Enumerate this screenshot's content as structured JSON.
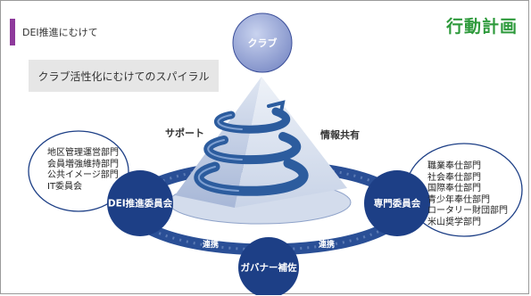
{
  "header": {
    "section_label": "DEI推進にむけて",
    "page_title": "行動計画",
    "subtitle": "クラブ活性化にむけてのスパイラル"
  },
  "diagram": {
    "top_circle": "クラブ",
    "left_circle": "DEI推進委員会",
    "right_circle": "専門委員会",
    "bottom_circle": "ガバナー補佐",
    "support_label": "サポート",
    "info_share_label": "情報共有",
    "link_left": "連携",
    "link_right": "連携",
    "left_group": [
      "地区管理運営部門",
      "会員増強維持部門",
      "公共イメージ部門",
      "IT委員会"
    ],
    "right_group": [
      "職業奉仕部門",
      "社会奉仕部門",
      "国際奉仕部門",
      "青少年奉仕部門",
      "ロータリー財団部門",
      "米山奨学部門"
    ]
  },
  "colors": {
    "accent_purple": "#8e3a9b",
    "title_green": "#2e9a3c",
    "navy": "#1d3f86",
    "spiral_blue": "#2c5c9e",
    "pyramid_light": "#b9c6df"
  }
}
